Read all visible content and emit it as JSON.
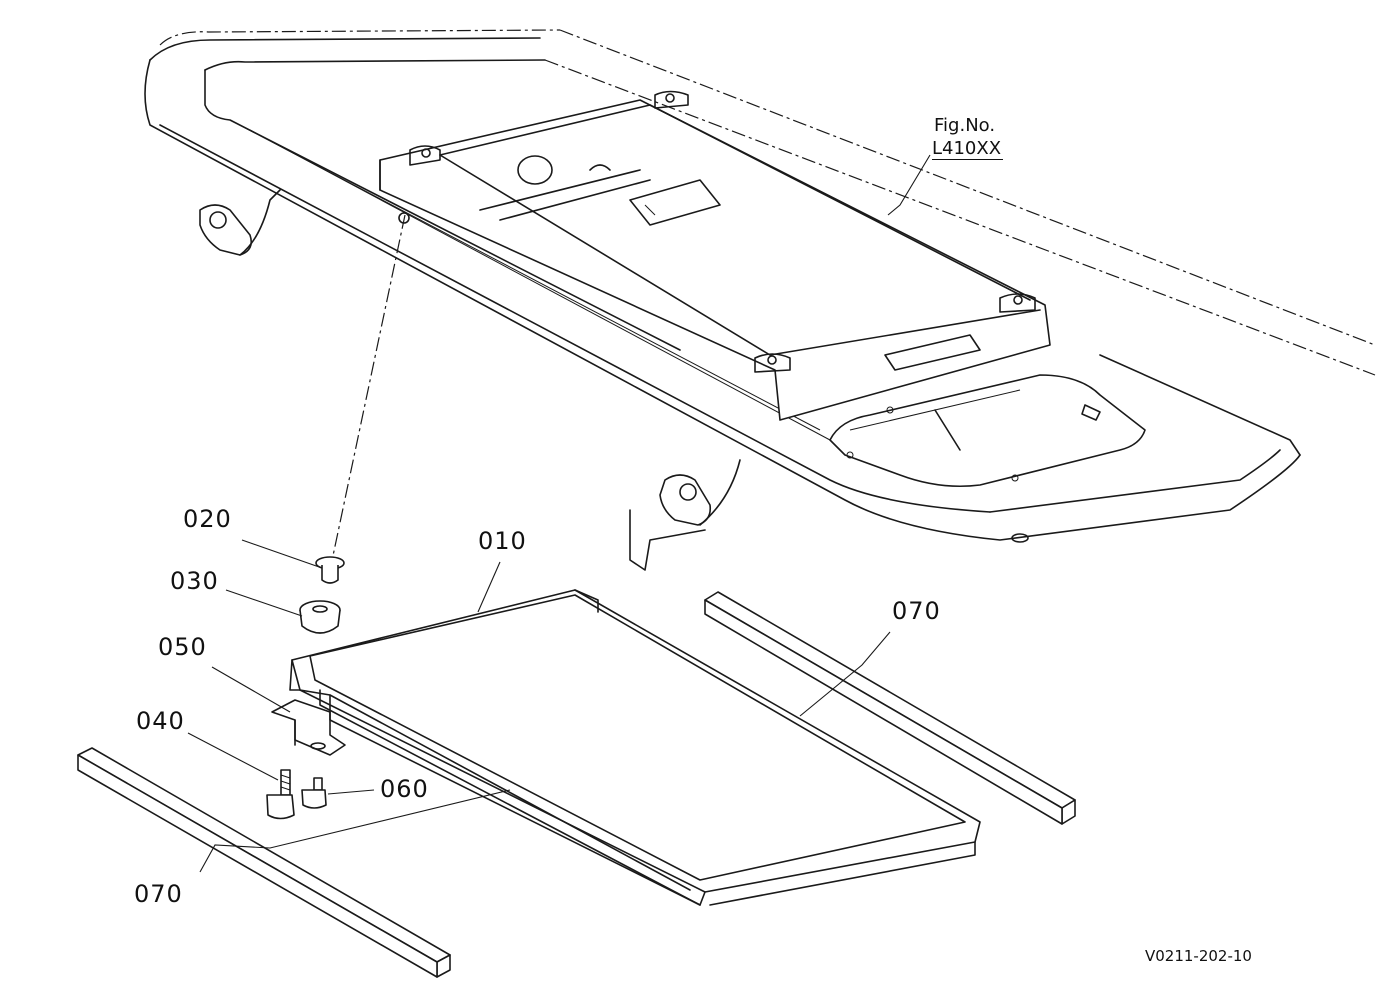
{
  "figure": {
    "fig_no_label": "Fig.No.",
    "fig_no_value": "L410XX",
    "doc_id": "V0211-202-10"
  },
  "parts": [
    {
      "id": "p010",
      "label": "010"
    },
    {
      "id": "p020",
      "label": "020"
    },
    {
      "id": "p030",
      "label": "030"
    },
    {
      "id": "p040",
      "label": "040"
    },
    {
      "id": "p050",
      "label": "050"
    },
    {
      "id": "p060",
      "label": "060"
    },
    {
      "id": "p070a",
      "label": "070"
    },
    {
      "id": "p070b",
      "label": "070"
    }
  ]
}
